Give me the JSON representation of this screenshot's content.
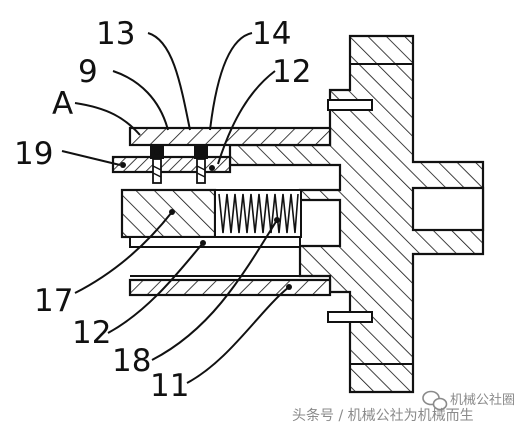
{
  "figure": {
    "callouts": [
      "13",
      "14",
      "9",
      "12",
      "A",
      "19",
      "17",
      "12",
      "18",
      "11"
    ]
  },
  "watermark": {
    "account": "机械公社圈",
    "byline": "头条号 / 机械公社为机械而生"
  },
  "colors": {
    "line": "#111111",
    "hatch": "#111111",
    "watermark": "#8a8a8a"
  }
}
